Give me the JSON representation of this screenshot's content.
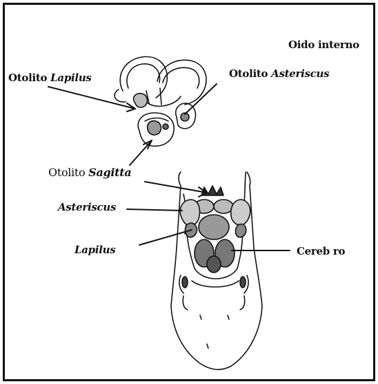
{
  "diagram": {
    "labels": {
      "inner_ear": "Oido interno",
      "lapilus_top_prefix": "Otolito",
      "lapilus_top_species": "Lapilus",
      "asteriscus_top_prefix": "Otolito",
      "asteriscus_top_species": "Asteriscus",
      "sagitta_prefix": "Otolito",
      "sagitta_species": "Sagitta",
      "asteriscus_bottom": "Asteriscus",
      "lapilus_bottom": "Lapilus",
      "brain": "Cereb ro"
    },
    "colors": {
      "ink": "#111111",
      "background": "#ffffff"
    }
  }
}
